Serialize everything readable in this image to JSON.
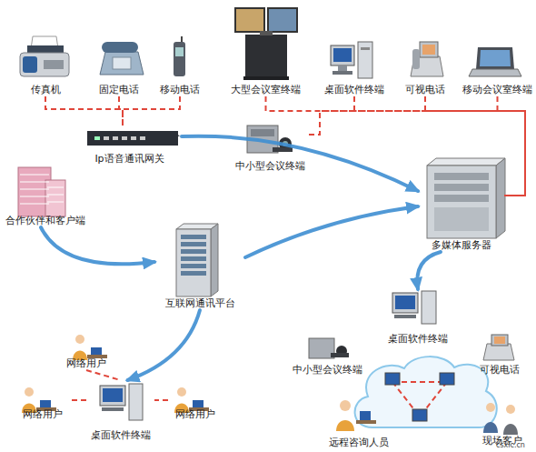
{
  "diagram": {
    "nodes": [
      {
        "text": [
          "传真机"
        ]
      },
      {
        "text": [
          "固定电话"
        ]
      },
      {
        "text": [
          "移动电话"
        ]
      },
      {
        "text": [
          "大型会议室终端"
        ]
      },
      {
        "text": [
          "桌面软件终端"
        ]
      },
      {
        "text": [
          "可视电话"
        ]
      },
      {
        "text": [
          "移动会议室终端"
        ]
      },
      {
        "text": [
          "Ip语音通讯网关"
        ]
      },
      {
        "text": [
          "中小型会议终端"
        ]
      },
      {
        "text": [
          "合作伙伴和客户端"
        ]
      },
      {
        "text": [
          "多媒体服务器"
        ]
      },
      {
        "text": [
          "互联网通讯平台"
        ]
      },
      {
        "text": [
          "桌面软件终端"
        ]
      },
      {
        "text": [
          "网络用户"
        ]
      },
      {
        "text": [
          "中小型会议终端"
        ]
      },
      {
        "text": [
          "可视电话"
        ]
      },
      {
        "text": [
          "网络用户"
        ]
      },
      {
        "text": [
          "桌面软件终端"
        ]
      },
      {
        "text": [
          "网络用户"
        ]
      },
      {
        "text": [
          "远程咨询人员"
        ]
      },
      {
        "text": [
          "现场客户"
        ]
      }
    ],
    "edges": [
      {
        "from": 0,
        "to": 7,
        "arrow": "none"
      },
      {
        "from": 1,
        "to": 7,
        "arrow": "none"
      },
      {
        "from": 2,
        "to": 7,
        "arrow": "none"
      },
      {
        "from": 3,
        "to": 10,
        "arrow": "none"
      },
      {
        "from": 4,
        "to": 10,
        "arrow": "none"
      },
      {
        "from": 5,
        "to": 10,
        "arrow": "none"
      },
      {
        "from": 6,
        "to": 10,
        "arrow": "none"
      },
      {
        "from": 8,
        "to": 10,
        "arrow": "none"
      },
      {
        "from": 7,
        "to": 10,
        "arrow": "to"
      },
      {
        "from": 9,
        "to": 11,
        "arrow": "to"
      },
      {
        "from": 11,
        "to": 10,
        "arrow": "to"
      },
      {
        "from": 11,
        "to": 17,
        "arrow": "to"
      },
      {
        "from": 10,
        "to": 12,
        "arrow": "to"
      },
      {
        "from": 13,
        "to": 17,
        "arrow": "none"
      },
      {
        "from": 16,
        "to": 17,
        "arrow": "none"
      },
      {
        "from": 18,
        "to": 17,
        "arrow": "none"
      }
    ],
    "labels": [
      "csxlc.cn"
    ]
  }
}
